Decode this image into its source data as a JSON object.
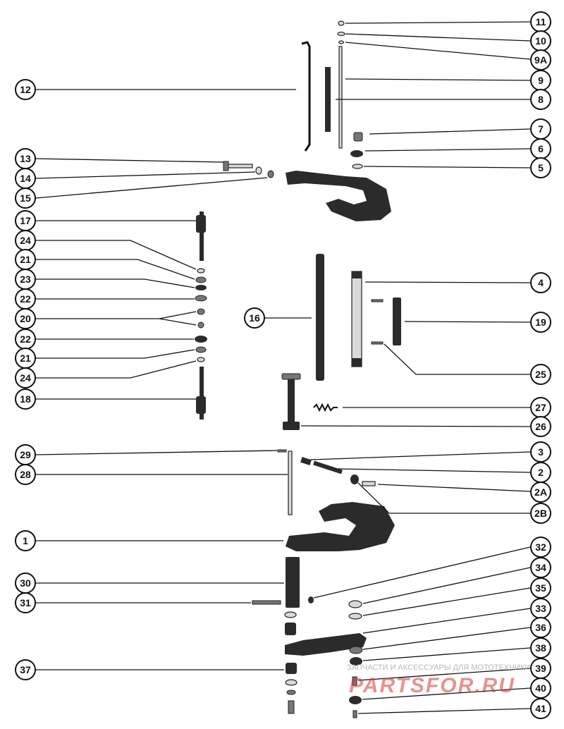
{
  "callouts": {
    "c11": "11",
    "c10": "10",
    "c9a": "9A",
    "c9": "9",
    "c8": "8",
    "c12": "12",
    "c7": "7",
    "c6": "6",
    "c5": "5",
    "c13": "13",
    "c14": "14",
    "c15": "15",
    "c17": "17",
    "c24a": "24",
    "c21a": "21",
    "c23": "23",
    "c22a": "22",
    "c20": "20",
    "c22b": "22",
    "c21b": "21",
    "c24b": "24",
    "c18": "18",
    "c4": "4",
    "c16": "16",
    "c19": "19",
    "c25": "25",
    "c27": "27",
    "c26": "26",
    "c29": "29",
    "c3": "3",
    "c28": "28",
    "c2": "2",
    "c2a": "2A",
    "c2b": "2B",
    "c1": "1",
    "c32": "32",
    "c34": "34",
    "c30": "30",
    "c35": "35",
    "c31": "31",
    "c33": "33",
    "c36": "36",
    "c38": "38",
    "c37": "37",
    "c39": "39",
    "c40": "40",
    "c41": "41"
  },
  "watermark": {
    "caption": "ЗАПЧАСТИ И АКСЕССУАРЫ ДЛЯ МОТОТЕХНИКИ",
    "logo": "PARTSFOR.RU"
  }
}
